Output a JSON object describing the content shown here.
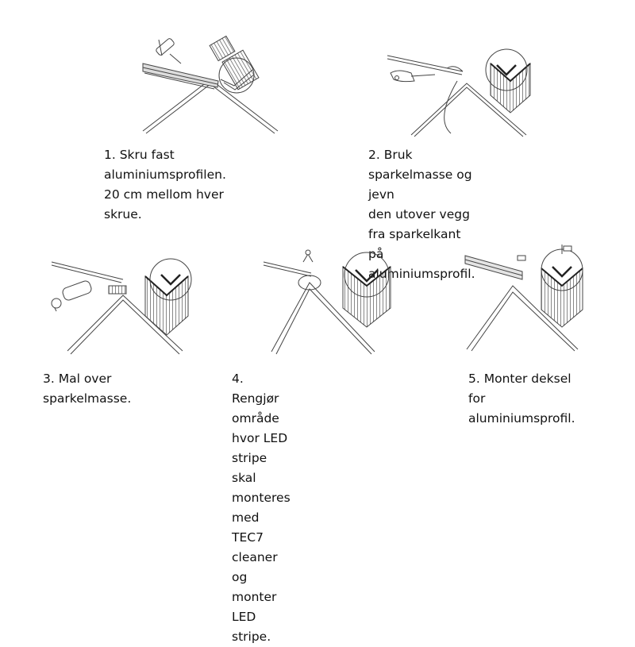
{
  "steps": [
    {
      "caption": "1. Skru fast aluminiumsprofilen.\n20 cm mellom hver skrue."
    },
    {
      "caption": "2. Bruk sparkelmasse og jevn\nden utover vegg fra sparkelkant\npå aluminiumsprofil."
    },
    {
      "caption": "3. Mal over sparkelmasse."
    },
    {
      "caption": "4. Rengjør område hvor LED\nstripe skal monteres med TEC7\ncleaner og monter LED stripe."
    },
    {
      "caption": "5. Monter deksel for\naluminiumsprofil."
    }
  ],
  "colors": {
    "line": "#444444",
    "hatch": "#555555",
    "background": "#ffffff"
  },
  "icons": [
    "screwdriver-icon",
    "spatula-icon",
    "paint-roller-icon",
    "led-cleaner-icon",
    "cover-clip-icon"
  ]
}
